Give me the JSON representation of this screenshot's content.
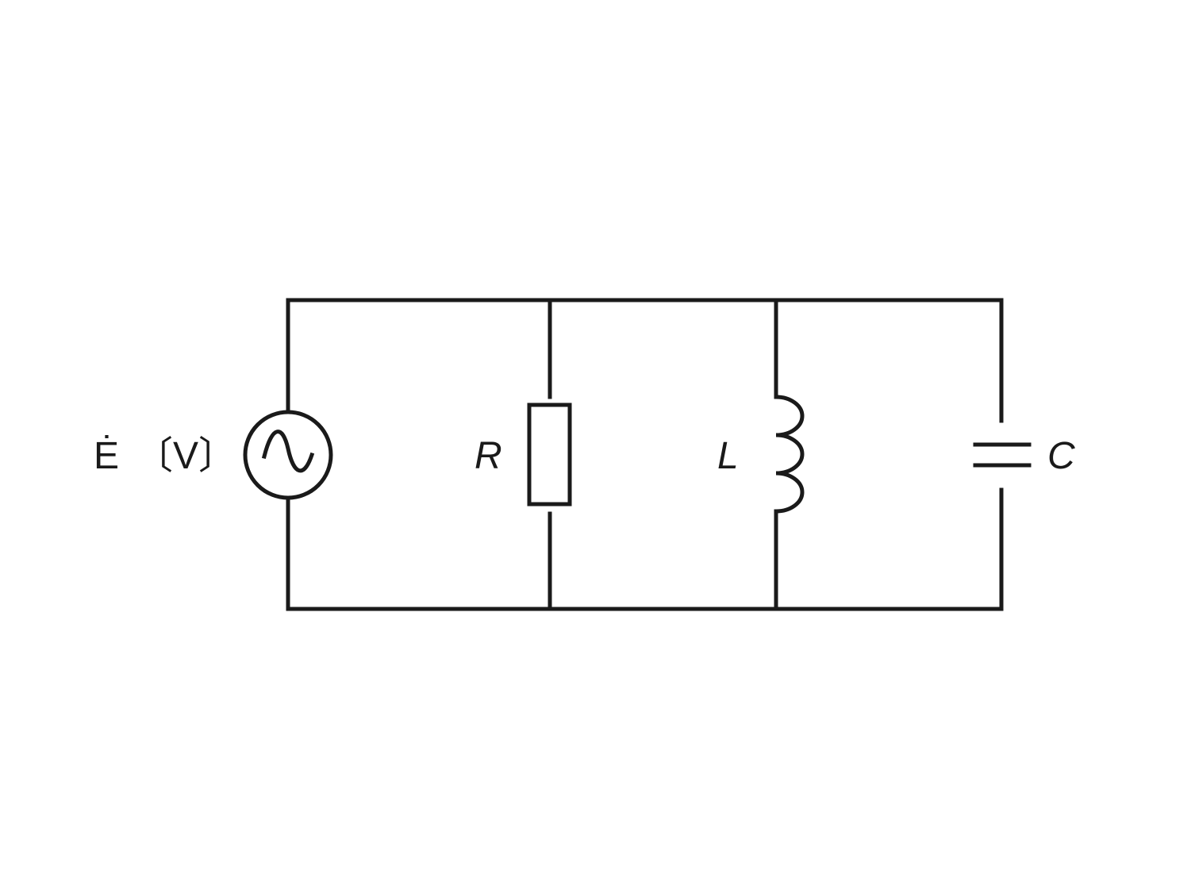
{
  "diagram": {
    "type": "circuit",
    "source": {
      "label": "Ė",
      "unit": "〔V〕",
      "symbol": "ac-voltage-source"
    },
    "components": [
      {
        "label": "R",
        "symbol": "resistor"
      },
      {
        "label": "L",
        "symbol": "inductor"
      },
      {
        "label": "C",
        "symbol": "capacitor"
      }
    ],
    "connection": "parallel"
  }
}
